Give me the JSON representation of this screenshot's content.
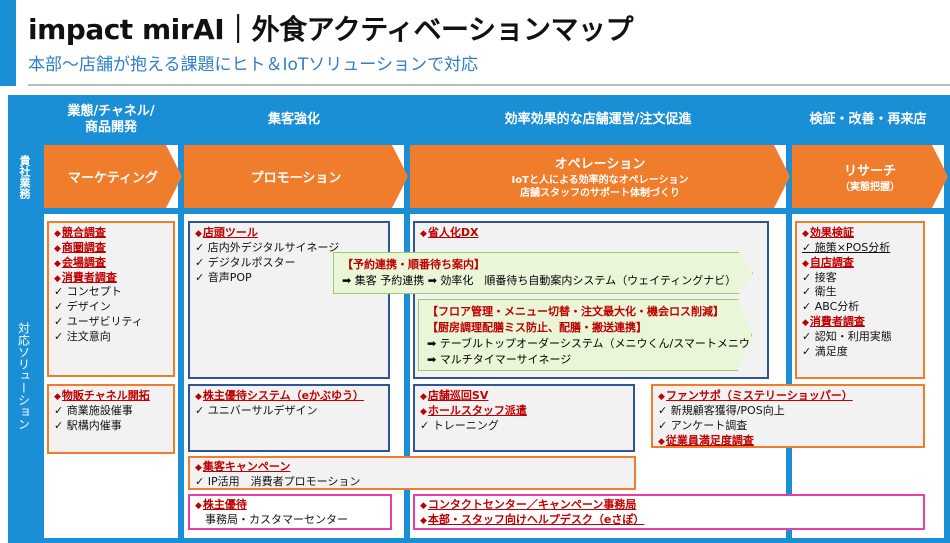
{
  "header": {
    "title": "impact mirAI｜外食アクティベーションマップ",
    "subtitle": "本部～店舗が抱える課題にヒト＆IoTソリューションで対応"
  },
  "columns": [
    "業態/チャネル/\n商品開発",
    "集客強化",
    "効率効果的な店舗運営/注文促進",
    "検証・改善・再来店"
  ],
  "row_labels": {
    "business": "貴社業務",
    "solutions": "対応ソリューション"
  },
  "stages": {
    "marketing": "マーケティング",
    "promotion": "プロモーション",
    "operation": "オペレーション",
    "operation_sub1": "IoTと人による効率的なオペレーション",
    "operation_sub2": "店舗スタッフのサポート体制づくり",
    "research": "リサーチ",
    "research_sub": "（実態把握）"
  },
  "boxes": {
    "research_box": {
      "headings": [
        "競合調査",
        "商圏調査",
        "会場調査",
        "消費者調査"
      ],
      "items": [
        "コンセプト",
        "デザイン",
        "ユーザビリティ",
        "注文意向"
      ]
    },
    "sales_channel": {
      "heading": "物販チャネル開拓",
      "items": [
        "商業施設催事",
        "駅構内催事"
      ]
    },
    "store_tools": {
      "heading": "店頭ツール",
      "items": [
        "店内外デジタルサイネージ",
        "デジタルポスター",
        "音声POP"
      ]
    },
    "shareholder_system": {
      "heading": "株主優待システム（eかぶゆう）",
      "items": [
        "ユニバーサルデザイン"
      ]
    },
    "customer_campaign": {
      "heading": "集客キャンペーン",
      "items": [
        "IP活用　消費者プロモーション"
      ]
    },
    "shareholder_benefit": {
      "heading": "株主優待",
      "lines": [
        "事務局・カスタマーセンター"
      ]
    },
    "labor_dx": {
      "heading": "省人化DX"
    },
    "reservation": {
      "heading": "【予約連携・順番待ち案内】",
      "line": "➡ 集客 予約連携 ➡ 効率化　順番待ち自動案内システム（ウェイティングナビ）"
    },
    "floor": {
      "heading1": "【フロア管理・メニュー切替・注文最大化・機会ロス削減】",
      "heading2": "【厨房調理配膳ミス防止、配膳・搬送連携】",
      "lines": [
        "➡ テーブルトップオーダーシステム（メニウくん/スマートメニウくん）",
        "➡ マルチタイマーサイネージ"
      ]
    },
    "store_patrol": {
      "headings": [
        "店舗巡回SV",
        "ホールスタッフ派遣"
      ],
      "items": [
        "トレーニング"
      ]
    },
    "fan_support": {
      "heading": "ファンサポ（ミステリーショッパー）",
      "items": [
        "新規顧客獲得/POS向上",
        "アンケート調査"
      ],
      "heading2": "従業員満足度調査"
    },
    "contact_center": {
      "headings": [
        "コンタクトセンター／キャンペーン事務局",
        "本部・スタッフ向けヘルプデスク（eさぽ）"
      ]
    },
    "verification": {
      "heading1": "効果検証",
      "items1": [
        "施策×POS分析"
      ],
      "heading2": "自店調査",
      "items2": [
        "接客",
        "衛生",
        "ABC分析"
      ],
      "heading3": "消費者調査",
      "items3": [
        "認知・利用実態",
        "満足度"
      ]
    }
  }
}
